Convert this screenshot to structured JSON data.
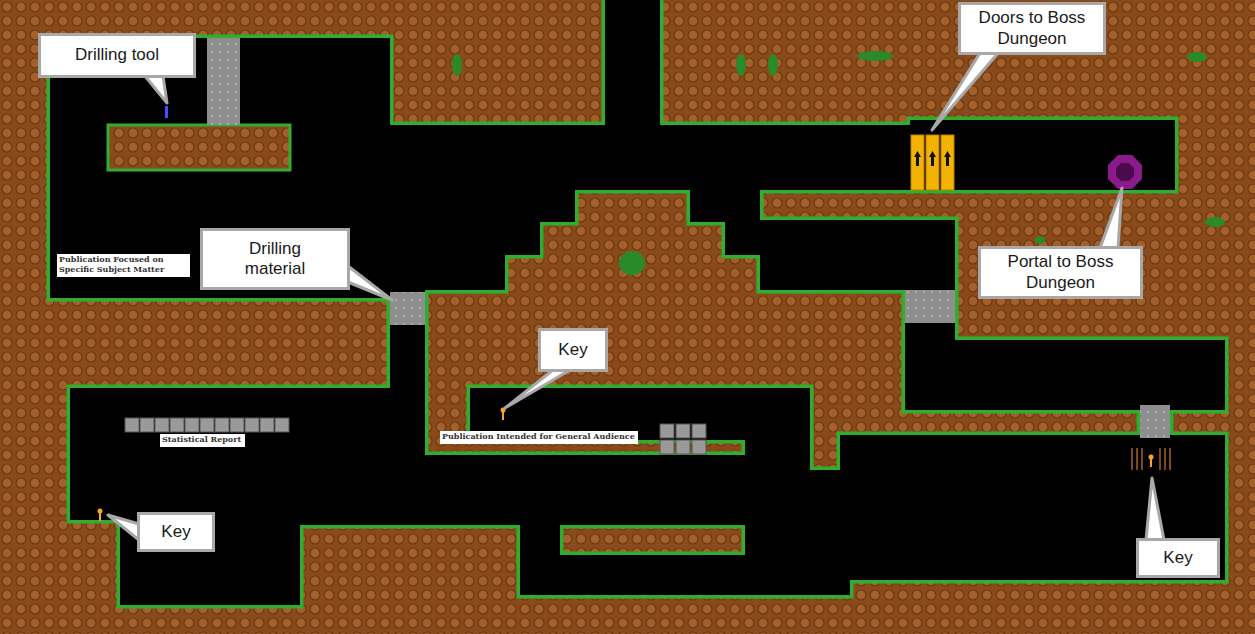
{
  "diagram": {
    "nodes": [
      {
        "text": [
          "Drilling tool"
        ]
      },
      {
        "text": [
          "Doors to Boss Dungeon"
        ]
      },
      {
        "text": [
          "Portal to Boss Dungeon"
        ]
      },
      {
        "text": [
          "Publication Focused on Specific Subject Matter"
        ]
      },
      {
        "text": [
          "Drilling material"
        ]
      },
      {
        "text": [
          "Key"
        ]
      },
      {
        "text": [
          "Statistical Report"
        ]
      },
      {
        "text": [
          "Publication Intended for General Audience"
        ]
      },
      {
        "text": [
          "Key"
        ]
      },
      {
        "text": [
          "Key"
        ]
      }
    ]
  }
}
